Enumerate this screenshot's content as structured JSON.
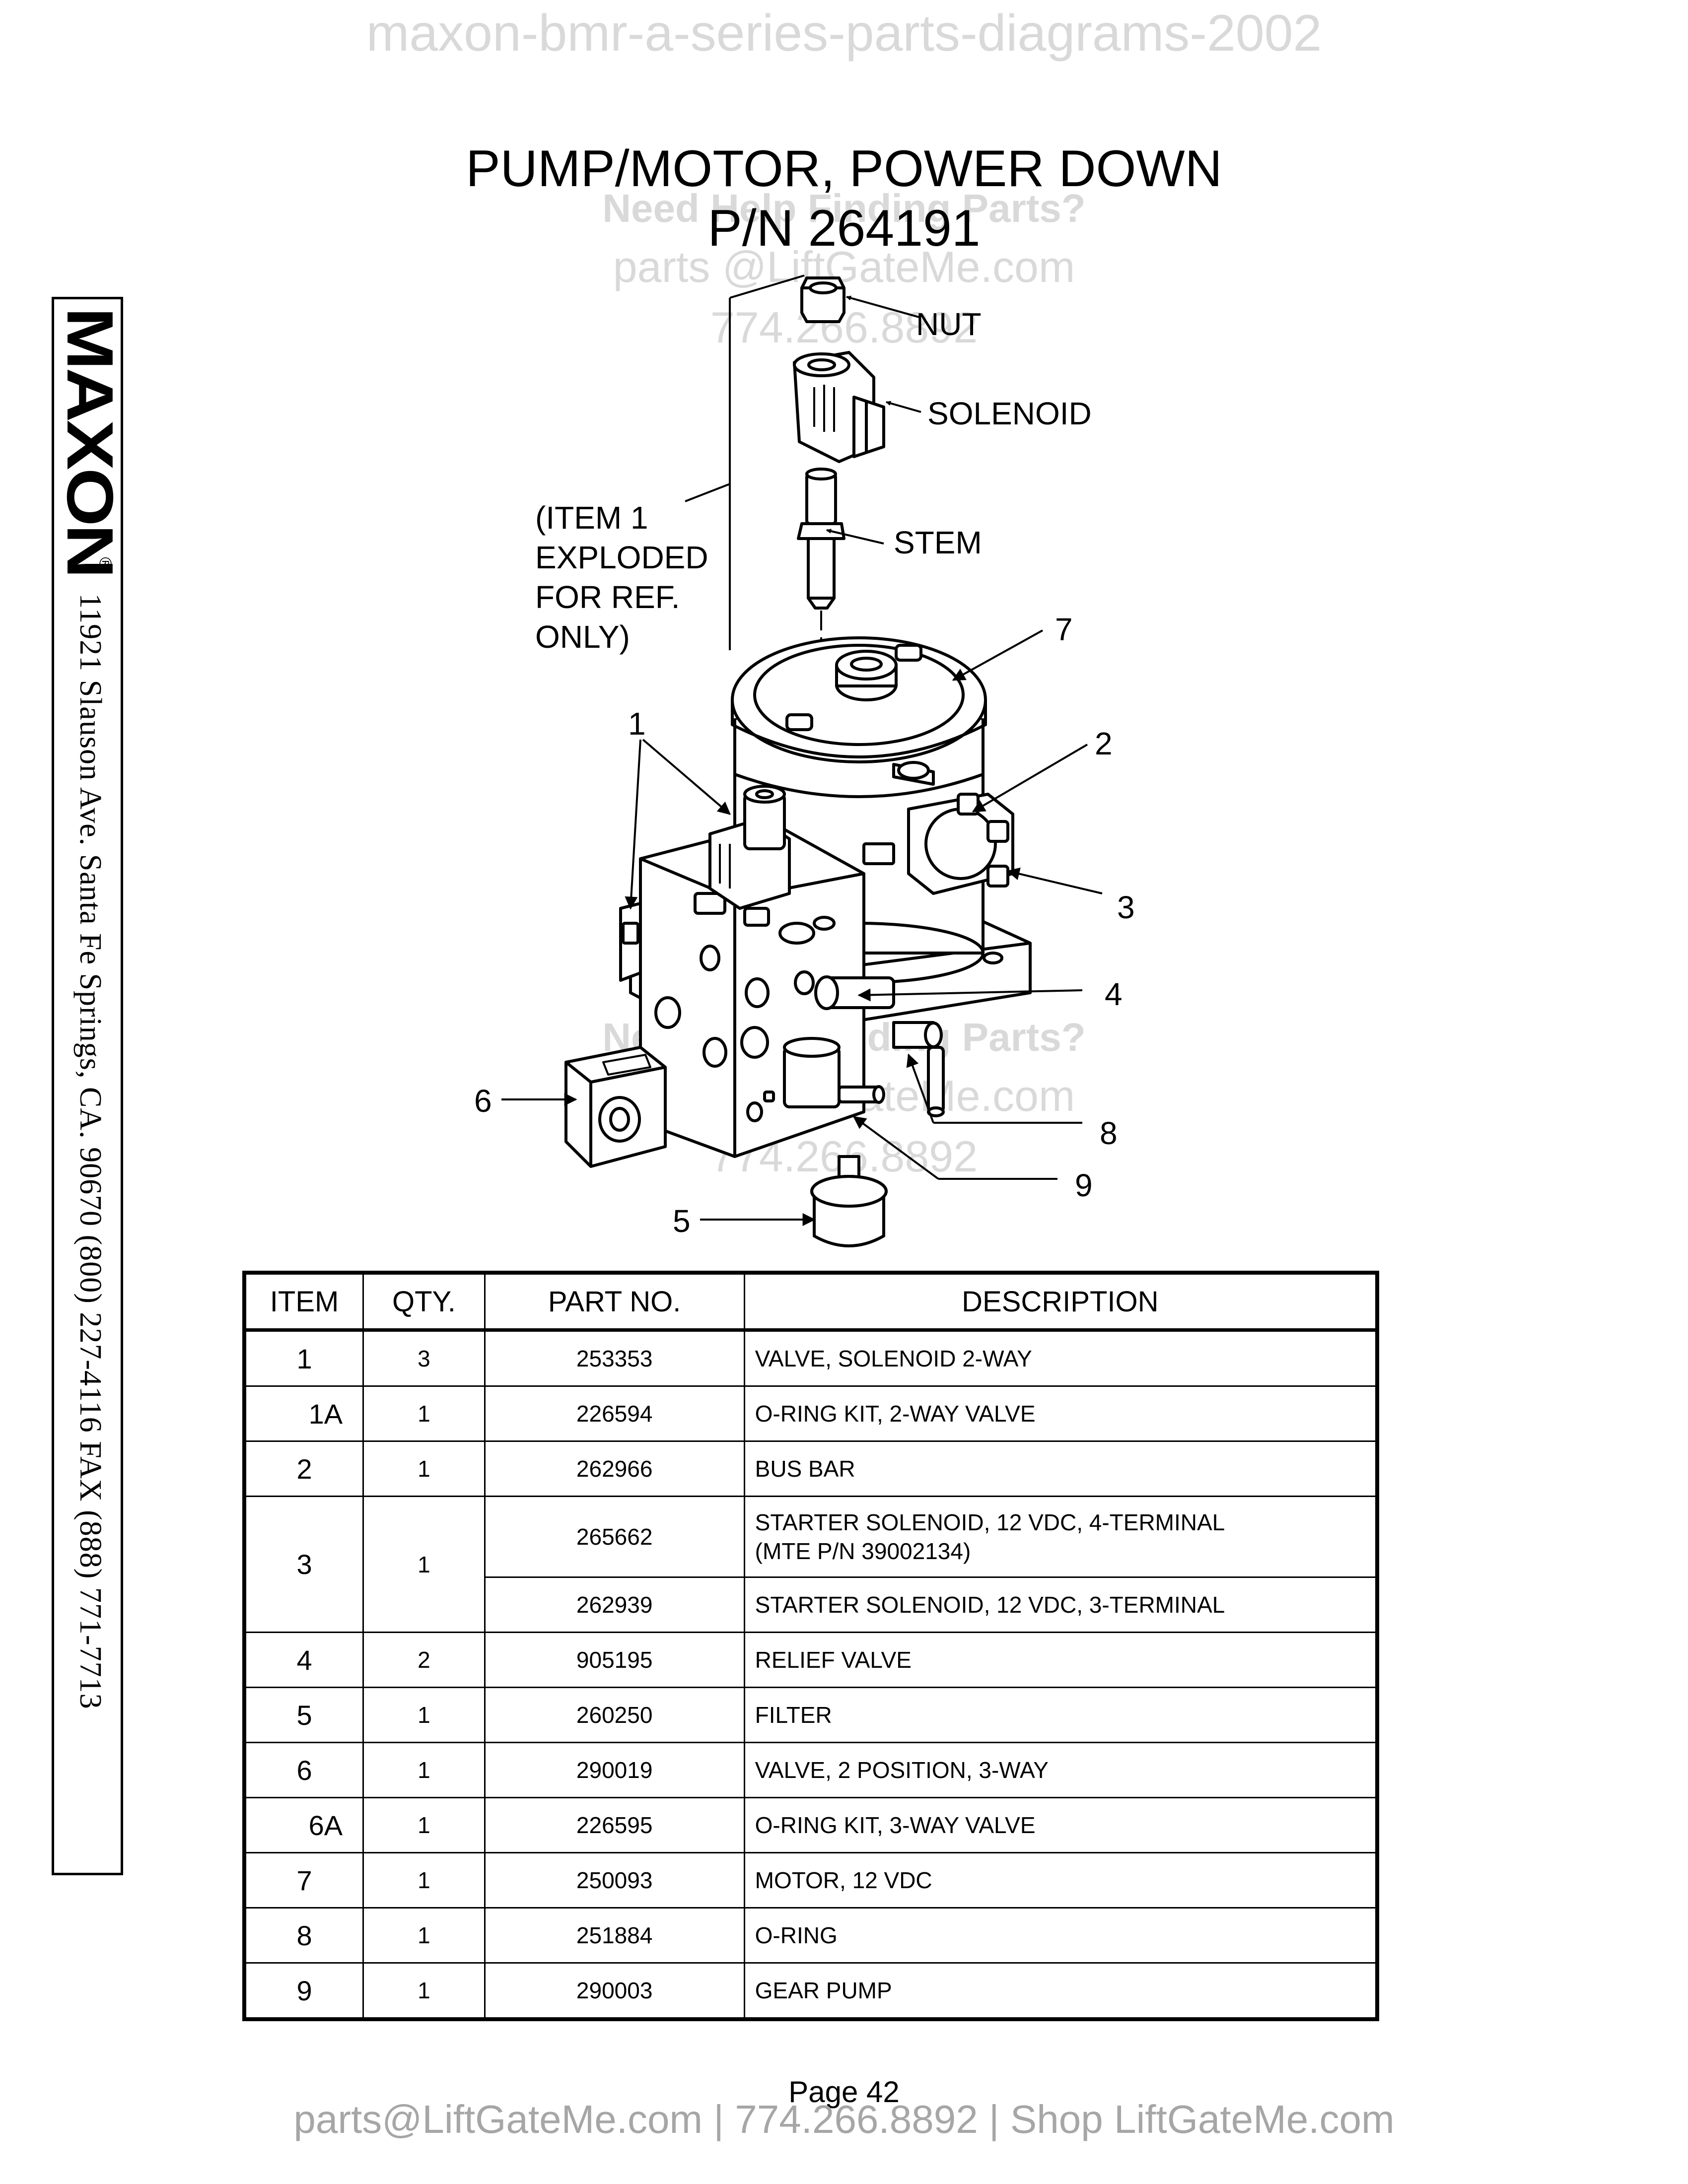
{
  "watermark": {
    "top": "maxon-bmr-a-series-parts-diagrams-2002",
    "help": "Need Help Finding Parts?",
    "email": "parts @LiftGateMe.com",
    "phone": "774.266.8892"
  },
  "title": {
    "line1": "PUMP/MOTOR, POWER DOWN",
    "line2": "P/N 264191"
  },
  "sidebar": {
    "logo": "MAXON",
    "registered": "®",
    "address": "11921 Slauson Ave.  Santa Fe Springs, CA.  90670  (800) 227-4116  FAX (888) 771-7713"
  },
  "diagram": {
    "callouts": {
      "nut": "NUT",
      "solenoid": "SOLENOID",
      "stem": "STEM",
      "exploded_note": [
        "(ITEM 1",
        "EXPLODED",
        "FOR REF.",
        "ONLY)"
      ]
    },
    "item_labels": {
      "i1": "1",
      "i2": "2",
      "i3": "3",
      "i4": "4",
      "i5": "5",
      "i6": "6",
      "i7": "7",
      "i8": "8",
      "i9": "9"
    }
  },
  "table": {
    "headers": {
      "item": "ITEM",
      "qty": "QTY.",
      "part_no": "PART NO.",
      "description": "DESCRIPTION"
    },
    "rows": [
      {
        "item": "1",
        "qty": "3",
        "part_no": "253353",
        "description": "VALVE, SOLENOID 2-WAY"
      },
      {
        "item": "1A",
        "qty": "1",
        "part_no": "226594",
        "description": "O-RING KIT, 2-WAY VALVE"
      },
      {
        "item": "2",
        "qty": "1",
        "part_no": "262966",
        "description": "BUS BAR"
      },
      {
        "item": "3",
        "qty": "1",
        "part_no": "265662",
        "description": "STARTER SOLENOID, 12 VDC, 4-TERMINAL",
        "description_2": "(MTE P/N 39002134)"
      },
      {
        "part_no": "262939",
        "description": "STARTER SOLENOID, 12 VDC, 3-TERMINAL"
      },
      {
        "item": "4",
        "qty": "2",
        "part_no": "905195",
        "description": "RELIEF VALVE"
      },
      {
        "item": "5",
        "qty": "1",
        "part_no": "260250",
        "description": "FILTER"
      },
      {
        "item": "6",
        "qty": "1",
        "part_no": "290019",
        "description": "VALVE, 2 POSITION, 3-WAY"
      },
      {
        "item": "6A",
        "qty": "1",
        "part_no": "226595",
        "description": "O-RING KIT, 3-WAY VALVE"
      },
      {
        "item": "7",
        "qty": "1",
        "part_no": "250093",
        "description": "MOTOR, 12 VDC"
      },
      {
        "item": "8",
        "qty": "1",
        "part_no": "251884",
        "description": "O-RING"
      },
      {
        "item": "9",
        "qty": "1",
        "part_no": "290003",
        "description": "GEAR PUMP"
      }
    ]
  },
  "page_number": "Page  42",
  "footer": "parts@LiftGateMe.com | 774.266.8892 | Shop LiftGateMe.com"
}
